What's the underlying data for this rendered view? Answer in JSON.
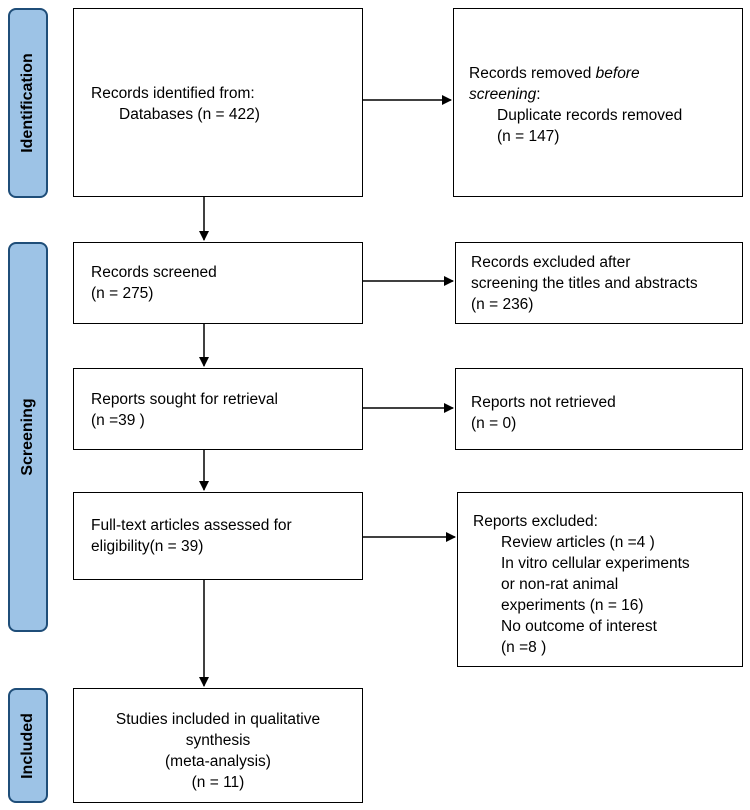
{
  "phases": {
    "identification": "Identification",
    "screening": "Screening",
    "included": "Included"
  },
  "boxes": {
    "records_identified": {
      "line1": "Records identified from:",
      "line2": "Databases (n = 422)"
    },
    "records_removed": {
      "line1_plain": "Records removed ",
      "line1_italic": "before",
      "line2_italic": "screening",
      "line2_plain": ":",
      "line3": "Duplicate records removed",
      "line4": "(n = 147)"
    },
    "records_screened": {
      "line1": "Records screened",
      "line2": "(n = 275)"
    },
    "records_excluded": {
      "line1": "Records excluded after",
      "line2": "screening the titles and abstracts",
      "line3": "(n = 236)"
    },
    "reports_sought": {
      "line1": "Reports sought for retrieval",
      "line2": "(n =39 )"
    },
    "reports_not_retrieved": {
      "line1": "Reports not retrieved",
      "line2": "(n = 0)"
    },
    "full_text_assessed": {
      "line1": "Full-text articles assessed for",
      "line2": "eligibility(n = 39)"
    },
    "reports_excluded": {
      "line1": "Reports excluded:",
      "line2": "Review articles (n =4 )",
      "line3": "In vitro cellular experiments",
      "line4": "or non-rat animal",
      "line5": "experiments (n = 16)",
      "line6": "No outcome of interest",
      "line7": "(n =8 )"
    },
    "studies_included": {
      "line1": "Studies included in qualitative",
      "line2": "synthesis",
      "line3": "(meta-analysis)",
      "line4": "(n = 11)"
    }
  }
}
